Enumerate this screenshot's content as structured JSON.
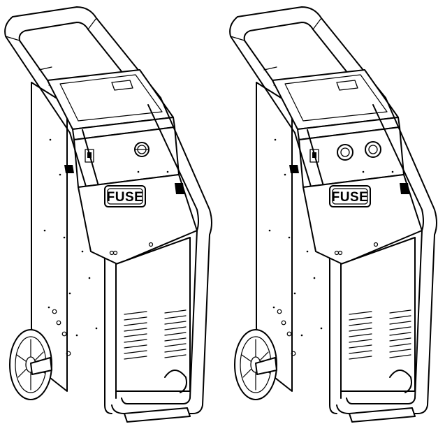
{
  "units": [
    {
      "badge_text": "FUSE",
      "connector_type": "single-connector"
    },
    {
      "badge_text": "FUSE",
      "connector_type": "dual-connector"
    }
  ],
  "colors": {
    "line": "#000000",
    "background": "#ffffff"
  }
}
